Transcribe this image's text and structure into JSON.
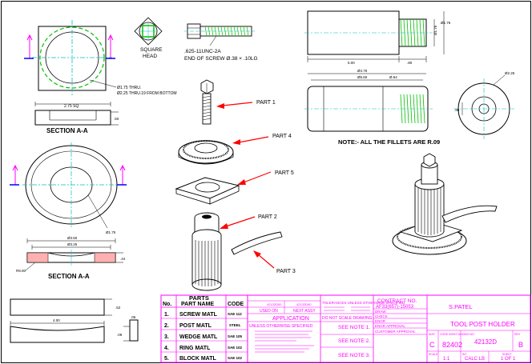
{
  "views": {
    "square_head_label": [
      "SQUARE",
      "HEAD"
    ],
    "thread_spec": ".625-11UNC-2A",
    "end_of_screw": "END OF SCREW Ø.38 × .10LG",
    "dim_thru": "Ø1.75 THRU.",
    "dim_thru_bottom": "Ø2.25 THRU.19 FROM BOTTOM",
    "dim_sq": "2.75 SQ",
    "dim_50": ".50",
    "section_aa_top": "SECTION A-A",
    "dim_ring_dia": "Ø1.75",
    "dim_350": "Ø3.50",
    "dim_325": "Ø3.25",
    "dim_44": ".44",
    "dim_r900": "R9.00",
    "section_aa_bottom": "SECTION A-A",
    "dim_52": ".52",
    "dim_400": "4.00",
    "dim_09": ".09",
    "dim_06": ".06",
    "dim_176": "Ø1.76",
    "dim_500": "5.00",
    "dim_80": ".80",
    "dim_476": "Ø4.76",
    "dim_560": "Ø5.60",
    "dim_64": "Ø.64",
    "dim_225r": "Ø2.25",
    "dim_90": ".90",
    "note_fillets": "NOTE:-  ALL THE FILLETS ARE R.09",
    "part1": "PART 1",
    "part2": "PART 2",
    "part3": "PART 3",
    "part4": "PART 4",
    "part5": "PART 5"
  },
  "parts_table": {
    "title": "PARTS",
    "headers": [
      "No.",
      "PART NAME",
      "CODE"
    ],
    "rows": [
      {
        "no": "1.",
        "name": "SCREW MATL",
        "code": "SAE 112"
      },
      {
        "no": "2.",
        "name": "POST MATL",
        "code": "STEEL"
      },
      {
        "no": "3.",
        "name": "WEDGE MATL",
        "code": "SAE 105"
      },
      {
        "no": "4.",
        "name": "RING MATL",
        "code": "SAE 102"
      },
      {
        "no": "5.",
        "name": "BLOCK MATL",
        "code": "SAE 102"
      }
    ]
  },
  "title_block": {
    "num_a": "42132D00",
    "num_b": "42132D00",
    "used_on": "USED ON",
    "next_assy": "NEXT ASSY",
    "application": "APPLICATION",
    "unless": "UNLESS OTHERWISE SPECIFIED",
    "tolerances": "TOLERANCES UNLESS OTHERWISE SPECIFIED",
    "do_not_scale": "DO NOT SCALE DRAWING",
    "see_note_1": "SEE NOTE 1.",
    "see_note_2": "SEE NOTE 2.",
    "see_note_3": "SEE NOTE 3.",
    "contract_no": "CONTRACT NO.",
    "contract_val": "AF33(657)-15053",
    "draw": "DRAW",
    "check": "CHECK",
    "engr": "ENGR",
    "engr_approval": "ENGR APPROVAL",
    "customer": "CUSTOMER APPROVAL",
    "drawn_by": "S.PATEL",
    "title": "TOOL POST HOLDER",
    "size_label": "SIZE",
    "size": "C",
    "code_label": "CODE IDENT NO.",
    "code": "82402",
    "dwg_label": "DWG NO.",
    "dwg": "42132D",
    "rev_label": "REV",
    "rev": "B",
    "scale_label": "SCALE",
    "scale": "1:1",
    "wt_label": "WT",
    "calc": "CALC LB",
    "sheet_label": "SHEET",
    "sheet": "1 OF 1"
  }
}
